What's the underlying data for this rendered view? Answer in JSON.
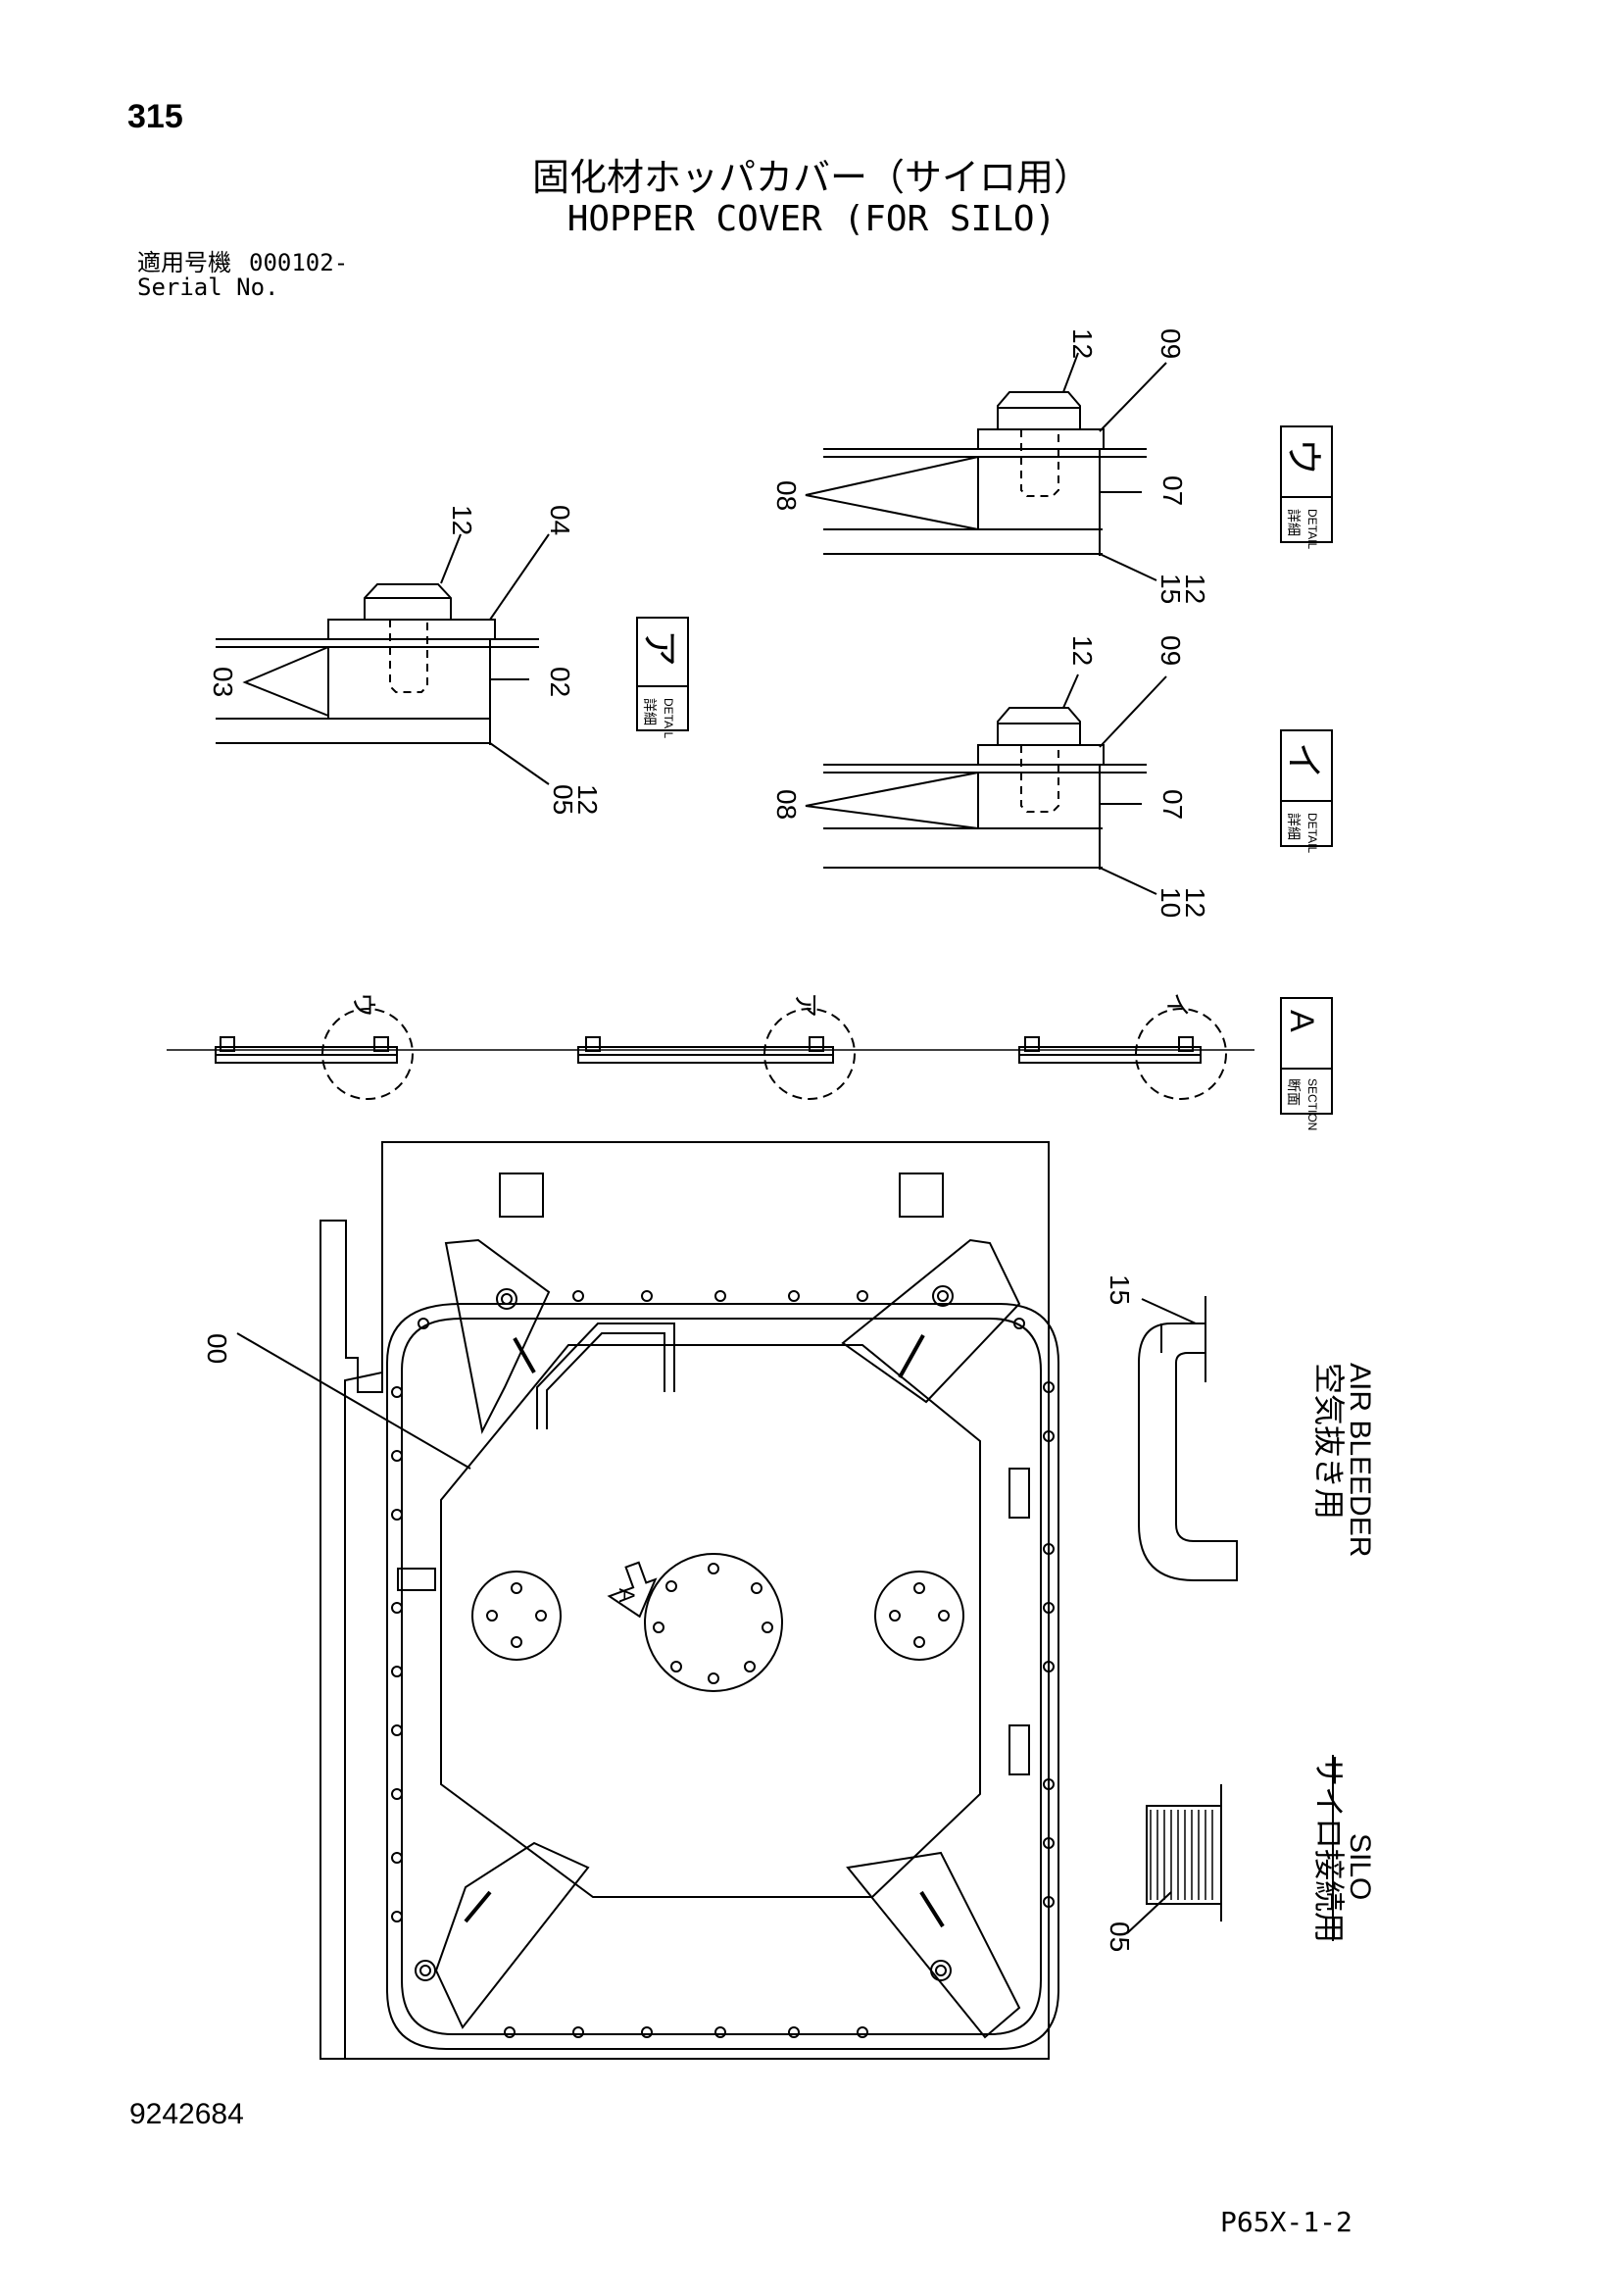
{
  "header": {
    "page_number": "315",
    "title_jp": "固化材ホッパカバー（サイロ用）",
    "title_en": "HOPPER COVER (FOR SILO)",
    "serial_label_jp": "適用号機",
    "serial_value": "000102-",
    "serial_label_en": "Serial No."
  },
  "details": {
    "a": {
      "label_jp": "詳細",
      "label_en": "DETAIL",
      "mark": "ア",
      "callouts": {
        "bolt": "12",
        "washer": "04",
        "spacer": "02",
        "plates": "03",
        "base": "05",
        "base_sub": "12"
      }
    },
    "u": {
      "label_jp": "詳細",
      "label_en": "DETAIL",
      "mark": "ウ",
      "callouts": {
        "bolt": "12",
        "washer": "09",
        "spacer": "07",
        "plates": "08",
        "base": "15",
        "base_sub": "12"
      }
    },
    "i": {
      "label_jp": "詳細",
      "label_en": "DETAIL",
      "mark": "イ",
      "callouts": {
        "bolt": "12",
        "washer": "09",
        "spacer": "07",
        "plates": "08",
        "base": "10",
        "base_sub": "12"
      }
    }
  },
  "section": {
    "label_jp": "断面",
    "label_en": "SECTION",
    "mark": "A",
    "circle_marks": [
      "ウ",
      "ア",
      "イ"
    ]
  },
  "main_view": {
    "callout": "00",
    "view_arrow": "A"
  },
  "air_bleeder": {
    "callout": "15",
    "label_jp": "空気抜き用",
    "label_en": "AIR BLEEDER"
  },
  "silo": {
    "callout": "05",
    "label_jp": "サイロ接続用",
    "label_en": "SILO"
  },
  "footer": {
    "part_number": "9242684",
    "page_code": "P65X-1-2"
  }
}
